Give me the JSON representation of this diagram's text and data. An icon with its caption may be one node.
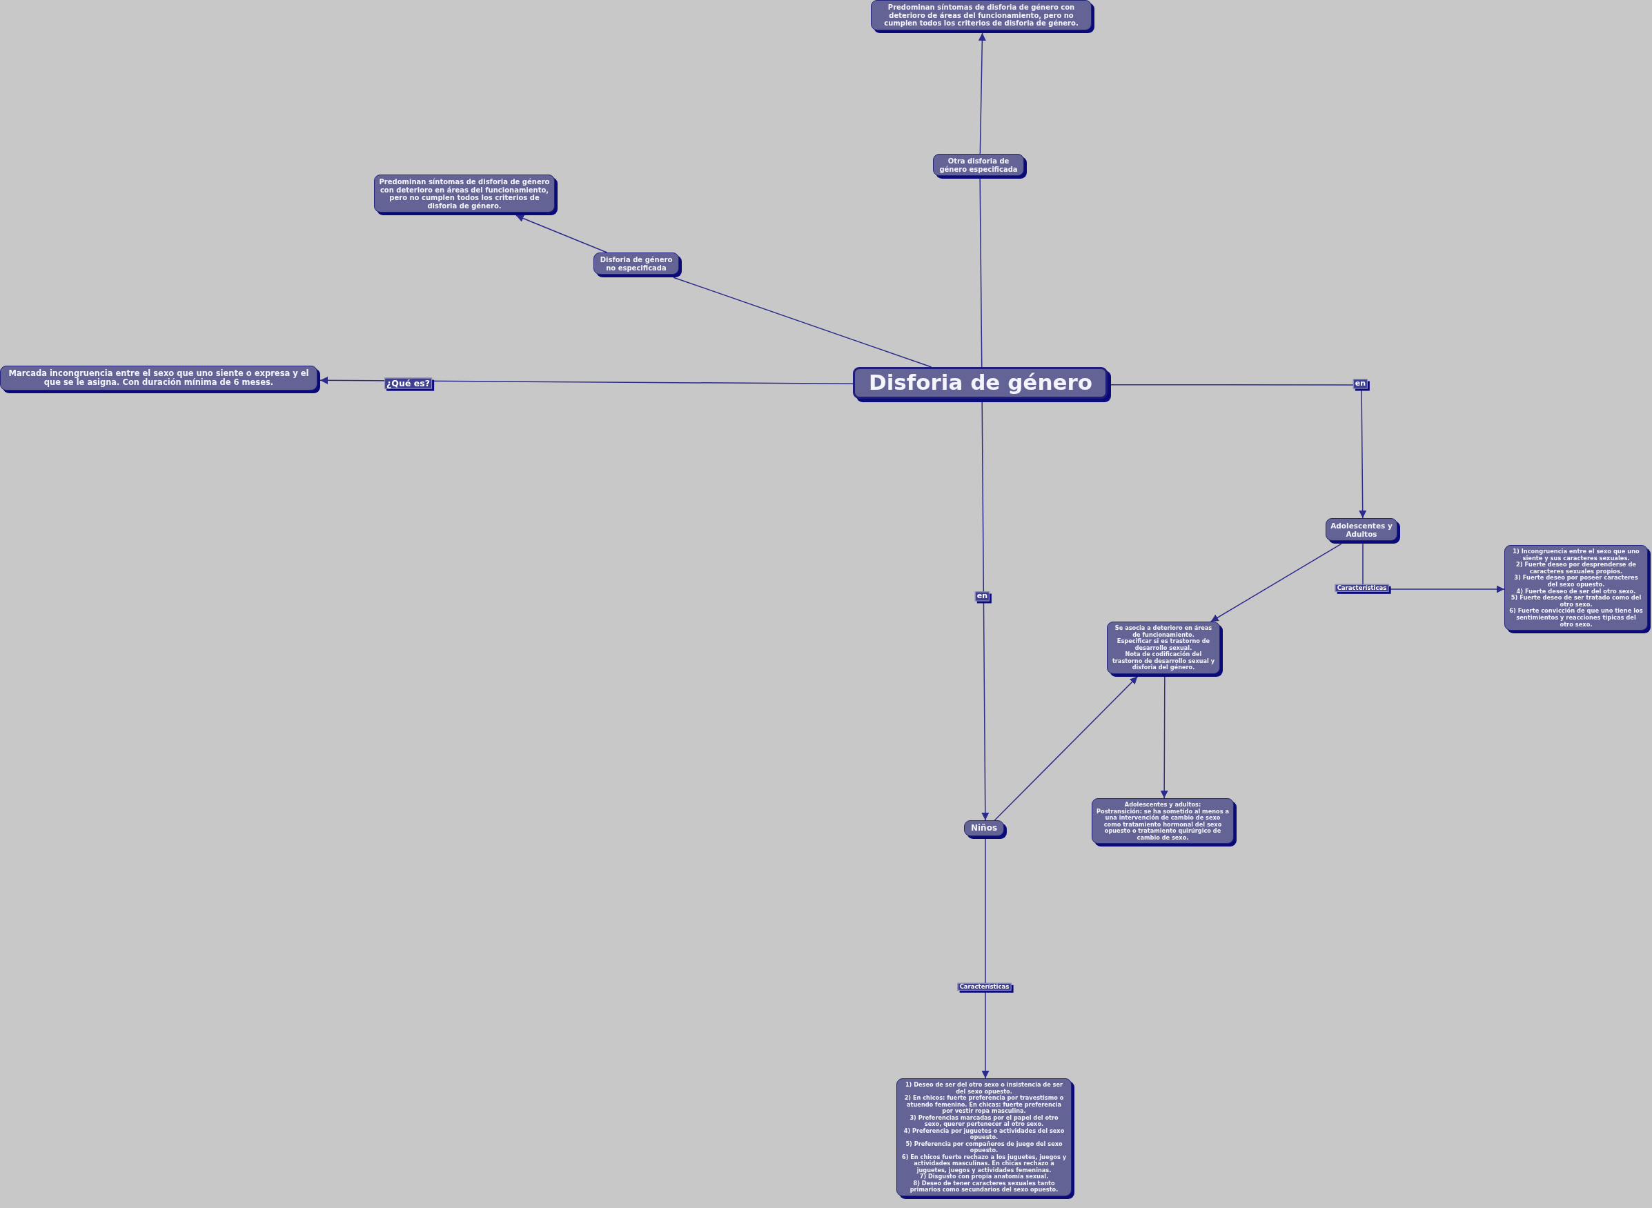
{
  "diagram": {
    "nodes": [
      {
        "text": [
          "Predominan síntomas de disforia de género con deterioro de áreas del funcionamiento, pero no cumplen todos los criterios de disforia de género."
        ]
      },
      {
        "text": [
          "Otra disforia de género especificada"
        ]
      },
      {
        "text": [
          "Predominan síntomas de disforia de género con deterioro en áreas del funcionamiento, pero no cumplen todos los criterios de disforia de género."
        ]
      },
      {
        "text": [
          "Disforia de género no especificada"
        ]
      },
      {
        "text": [
          "Marcada incongruencia entre el sexo que uno siente o expresa y el que se le asigna. Con duración mínima de 6 meses."
        ]
      },
      {
        "text": [
          "Disforia de género"
        ]
      },
      {
        "text": [
          "Adolescentes y Adultos"
        ]
      },
      {
        "text": [
          "1) Incongruencia entre el sexo que uno siente y sus caracteres sexuales.",
          "2) Fuerte deseo por desprenderse de caracteres sexuales propios.",
          "3) Fuerte deseo por poseer caracteres del sexo opuesto.",
          "4) Fuerte deseo de ser del otro sexo.",
          "5) Fuerte deseo de ser tratado como del otro sexo.",
          "6) Fuerte convicción de que uno tiene los sentimientos y reacciones típicas del otro sexo."
        ]
      },
      {
        "text": [
          "Se asocia a deterioro en áreas de funcionamiento.",
          "Especificar si es trastorno de desarrollo sexual.",
          "Nota de codificación del trastorno de desarrollo sexual y disforia del género."
        ]
      },
      {
        "text": [
          "Adolescentes y adultos:",
          "Postransición: se ha sometido al menos a una intervención de cambio de sexo como tratamiento hormonal del sexo opuesto o tratamiento quirúrgico de cambio de sexo."
        ]
      },
      {
        "text": [
          "Niños"
        ]
      },
      {
        "text": [
          "1) Deseo de ser del otro sexo o insistencia de ser del sexo opuesto.",
          "2) En chicos: fuerte preferencia por travestismo o atuendo femenino. En chicas: fuerte preferencia por vestir ropa masculina.",
          "3) Preferencias marcadas por el papel del otro sexo, querer pertenecer al otro sexo.",
          "4) Preferencia por juguetes o actividades del sexo opuesto.",
          "5) Preferencia por compañeros de juego del sexo opuesto.",
          "6) En chicos fuerte rechazo a los juguetes, juegos y actividades masculinas. En chicas rechazo a juguetes, juegos y actividades femeninas.",
          "7) Disgusto con propia anatomía sexual.",
          "8) Deseo de tener caracteres sexuales tanto primarios como secundarios del sexo opuesto."
        ]
      }
    ],
    "edges": [
      {
        "from": 5,
        "to": 4,
        "arrow": "to",
        "label": "¿Qué es?"
      },
      {
        "from": 5,
        "to": 3,
        "arrow": "none"
      },
      {
        "from": 3,
        "to": 2,
        "arrow": "to"
      },
      {
        "from": 5,
        "to": 1,
        "arrow": "none"
      },
      {
        "from": 1,
        "to": 0,
        "arrow": "to"
      },
      {
        "from": 5,
        "to": 6,
        "arrow": "to",
        "label": "en"
      },
      {
        "from": 5,
        "to": 10,
        "arrow": "to",
        "label": "en"
      },
      {
        "from": 6,
        "to": 8,
        "arrow": "to"
      },
      {
        "from": 6,
        "to": 7,
        "arrow": "to",
        "label": "Características"
      },
      {
        "from": 10,
        "to": 8,
        "arrow": "to"
      },
      {
        "from": 8,
        "to": 9,
        "arrow": "to"
      },
      {
        "from": 10,
        "to": 11,
        "arrow": "to",
        "label": "Características"
      }
    ]
  }
}
